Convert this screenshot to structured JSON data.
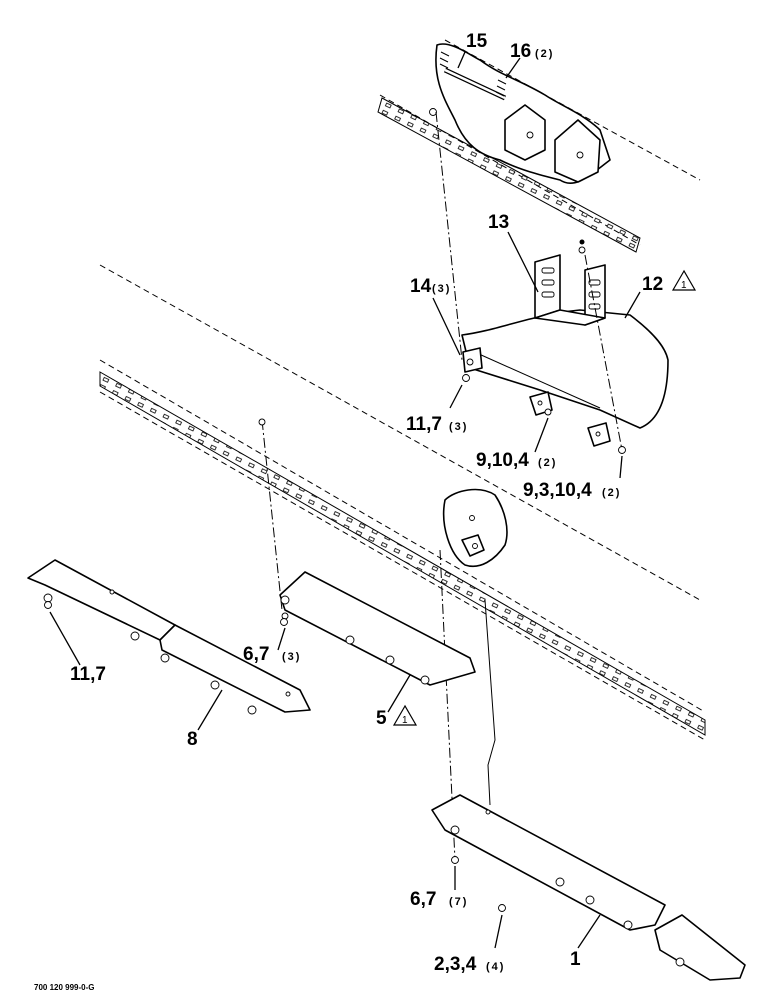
{
  "callouts": {
    "c15": "15",
    "c16": "16",
    "c16_qty": "(2)",
    "c13": "13",
    "c14": "14",
    "c14_qty": "(3)",
    "c12": "12",
    "c12_note": "1",
    "c11_7_top": "11,7",
    "c11_7_top_qty": "(3)",
    "c9_10_4": "9,10,4",
    "c9_10_4_qty": "(2)",
    "c9_3_10_4": "9,3,10,4",
    "c9_3_10_4_qty": "(2)",
    "c11_7_left": "11,7",
    "c8": "8",
    "c6_7_mid": "6,7",
    "c6_7_mid_qty": "(3)",
    "c5": "5",
    "c5_note": "1",
    "c6_7_bottom": "6,7",
    "c6_7_bottom_qty": "(7)",
    "c2_3_4": "2,3,4",
    "c2_3_4_qty": "(4)",
    "c1": "1"
  },
  "figure_ref": "700 120 999-0-G"
}
